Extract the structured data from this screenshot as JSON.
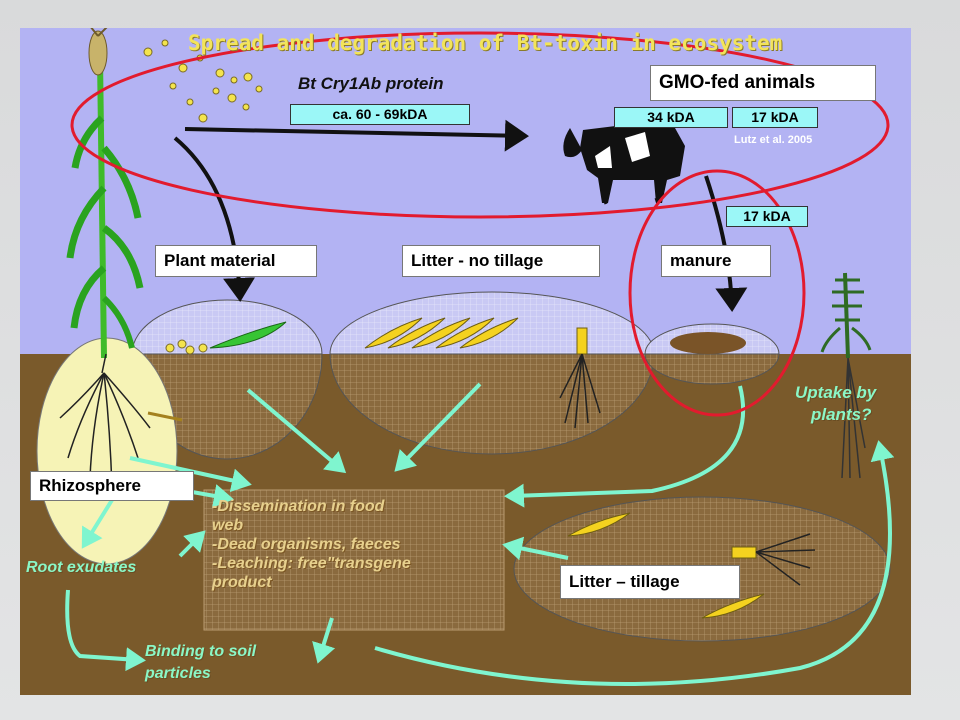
{
  "title": "Spread and degradation of Bt-toxin in ecosystem",
  "protein_label": "Bt Cry1Ab protein",
  "kda_range": "ca. 60 - 69kDA",
  "gmo_label": "GMO-fed animals",
  "kda_34": "34 kDA",
  "kda_17a": "17 kDA",
  "kda_17b": "17 kDA",
  "citation": "Lutz et al. 2005",
  "plant_material": "Plant material",
  "litter_no_tillage": "Litter - no tillage",
  "manure": "manure",
  "rhizosphere": "Rhizosphere",
  "litter_tillage": "Litter – tillage",
  "root_exudates": "Root exudates",
  "binding_line1": "Binding to soil",
  "binding_line2": "particles",
  "uptake_line1": "Uptake by",
  "uptake_line2": "plants?",
  "food_web_lines": [
    "-Dissemination in food",
    "  web",
    "-Dead organisms, faeces",
    "-Leaching: free\"transgene",
    "  product"
  ],
  "colors": {
    "sky": "#b3b3f3",
    "soil": "#7a5a2b",
    "ellipse_red": "#e21b2e",
    "arrow_green": "#7ff5cf",
    "title_yellow": "#f3e45a",
    "label_cyan": "#9bf7f7"
  }
}
